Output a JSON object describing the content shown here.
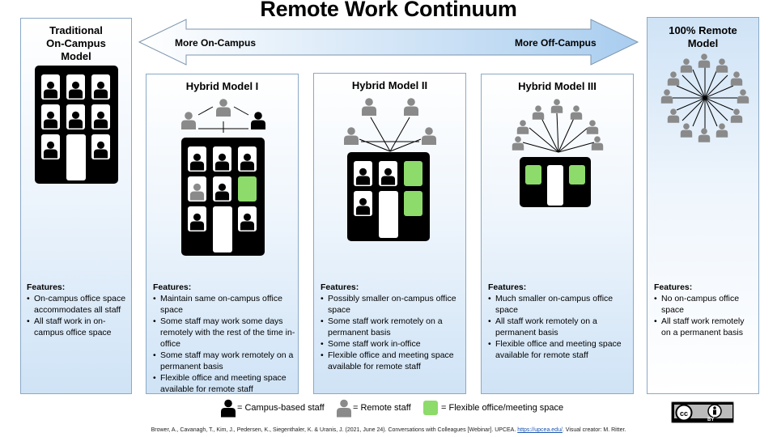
{
  "title": "Remote Work Continuum",
  "arrow": {
    "left_label": "More On-Campus",
    "right_label": "More Off-Campus"
  },
  "columns": [
    {
      "title": [
        "Traditional",
        "On-Campus",
        "Model"
      ],
      "features_heading": "Features:",
      "features": [
        "On-campus office space accommodates all staff",
        "All staff work in on-campus office space"
      ]
    },
    {
      "title": [
        "Hybrid Model I"
      ],
      "features_heading": "Features:",
      "features": [
        "Maintain same on-campus office space",
        "Some staff may work some days remotely with the rest of the time in-office",
        "Some staff may work remotely on a permanent basis",
        "Flexible office and meeting space available for remote staff"
      ]
    },
    {
      "title": [
        "Hybrid Model II"
      ],
      "features_heading": "Features:",
      "features": [
        "Possibly smaller on-campus office space",
        "Some staff work remotely on a permanent basis",
        "Some staff work in-office",
        "Flexible office and meeting space available for remote staff"
      ]
    },
    {
      "title": [
        "Hybrid Model III"
      ],
      "features_heading": "Features:",
      "features": [
        "Much smaller on-campus office space",
        "All staff work remotely on a permanent basis",
        "Flexible office and meeting space available for remote staff"
      ]
    },
    {
      "title": [
        "100% Remote",
        "Model"
      ],
      "features_heading": "Features:",
      "features": [
        "No on-campus office space",
        "All staff work remotely on a permanent basis"
      ]
    }
  ],
  "legend": {
    "campus": "= Campus-based staff",
    "remote": "= Remote staff",
    "flex": "= Flexible office/meeting space"
  },
  "license": {
    "label": "BY"
  },
  "citation": {
    "text": "Brower, A., Cavanagh, T., Kim, J., Pedersen, K., Siegenthaler, K. & Uranis, J. (2021, June 24). Conversations with Colleagues [Webinar]. UPCEA.",
    "link": "https://upcea.edu/",
    "credit": "Visual creator: M. Ritter."
  },
  "colors": {
    "campus_staff": "#000000",
    "remote_staff": "#8a8a8a",
    "flex_space": "#8ddb6a",
    "accent": "#cfe3f6"
  }
}
